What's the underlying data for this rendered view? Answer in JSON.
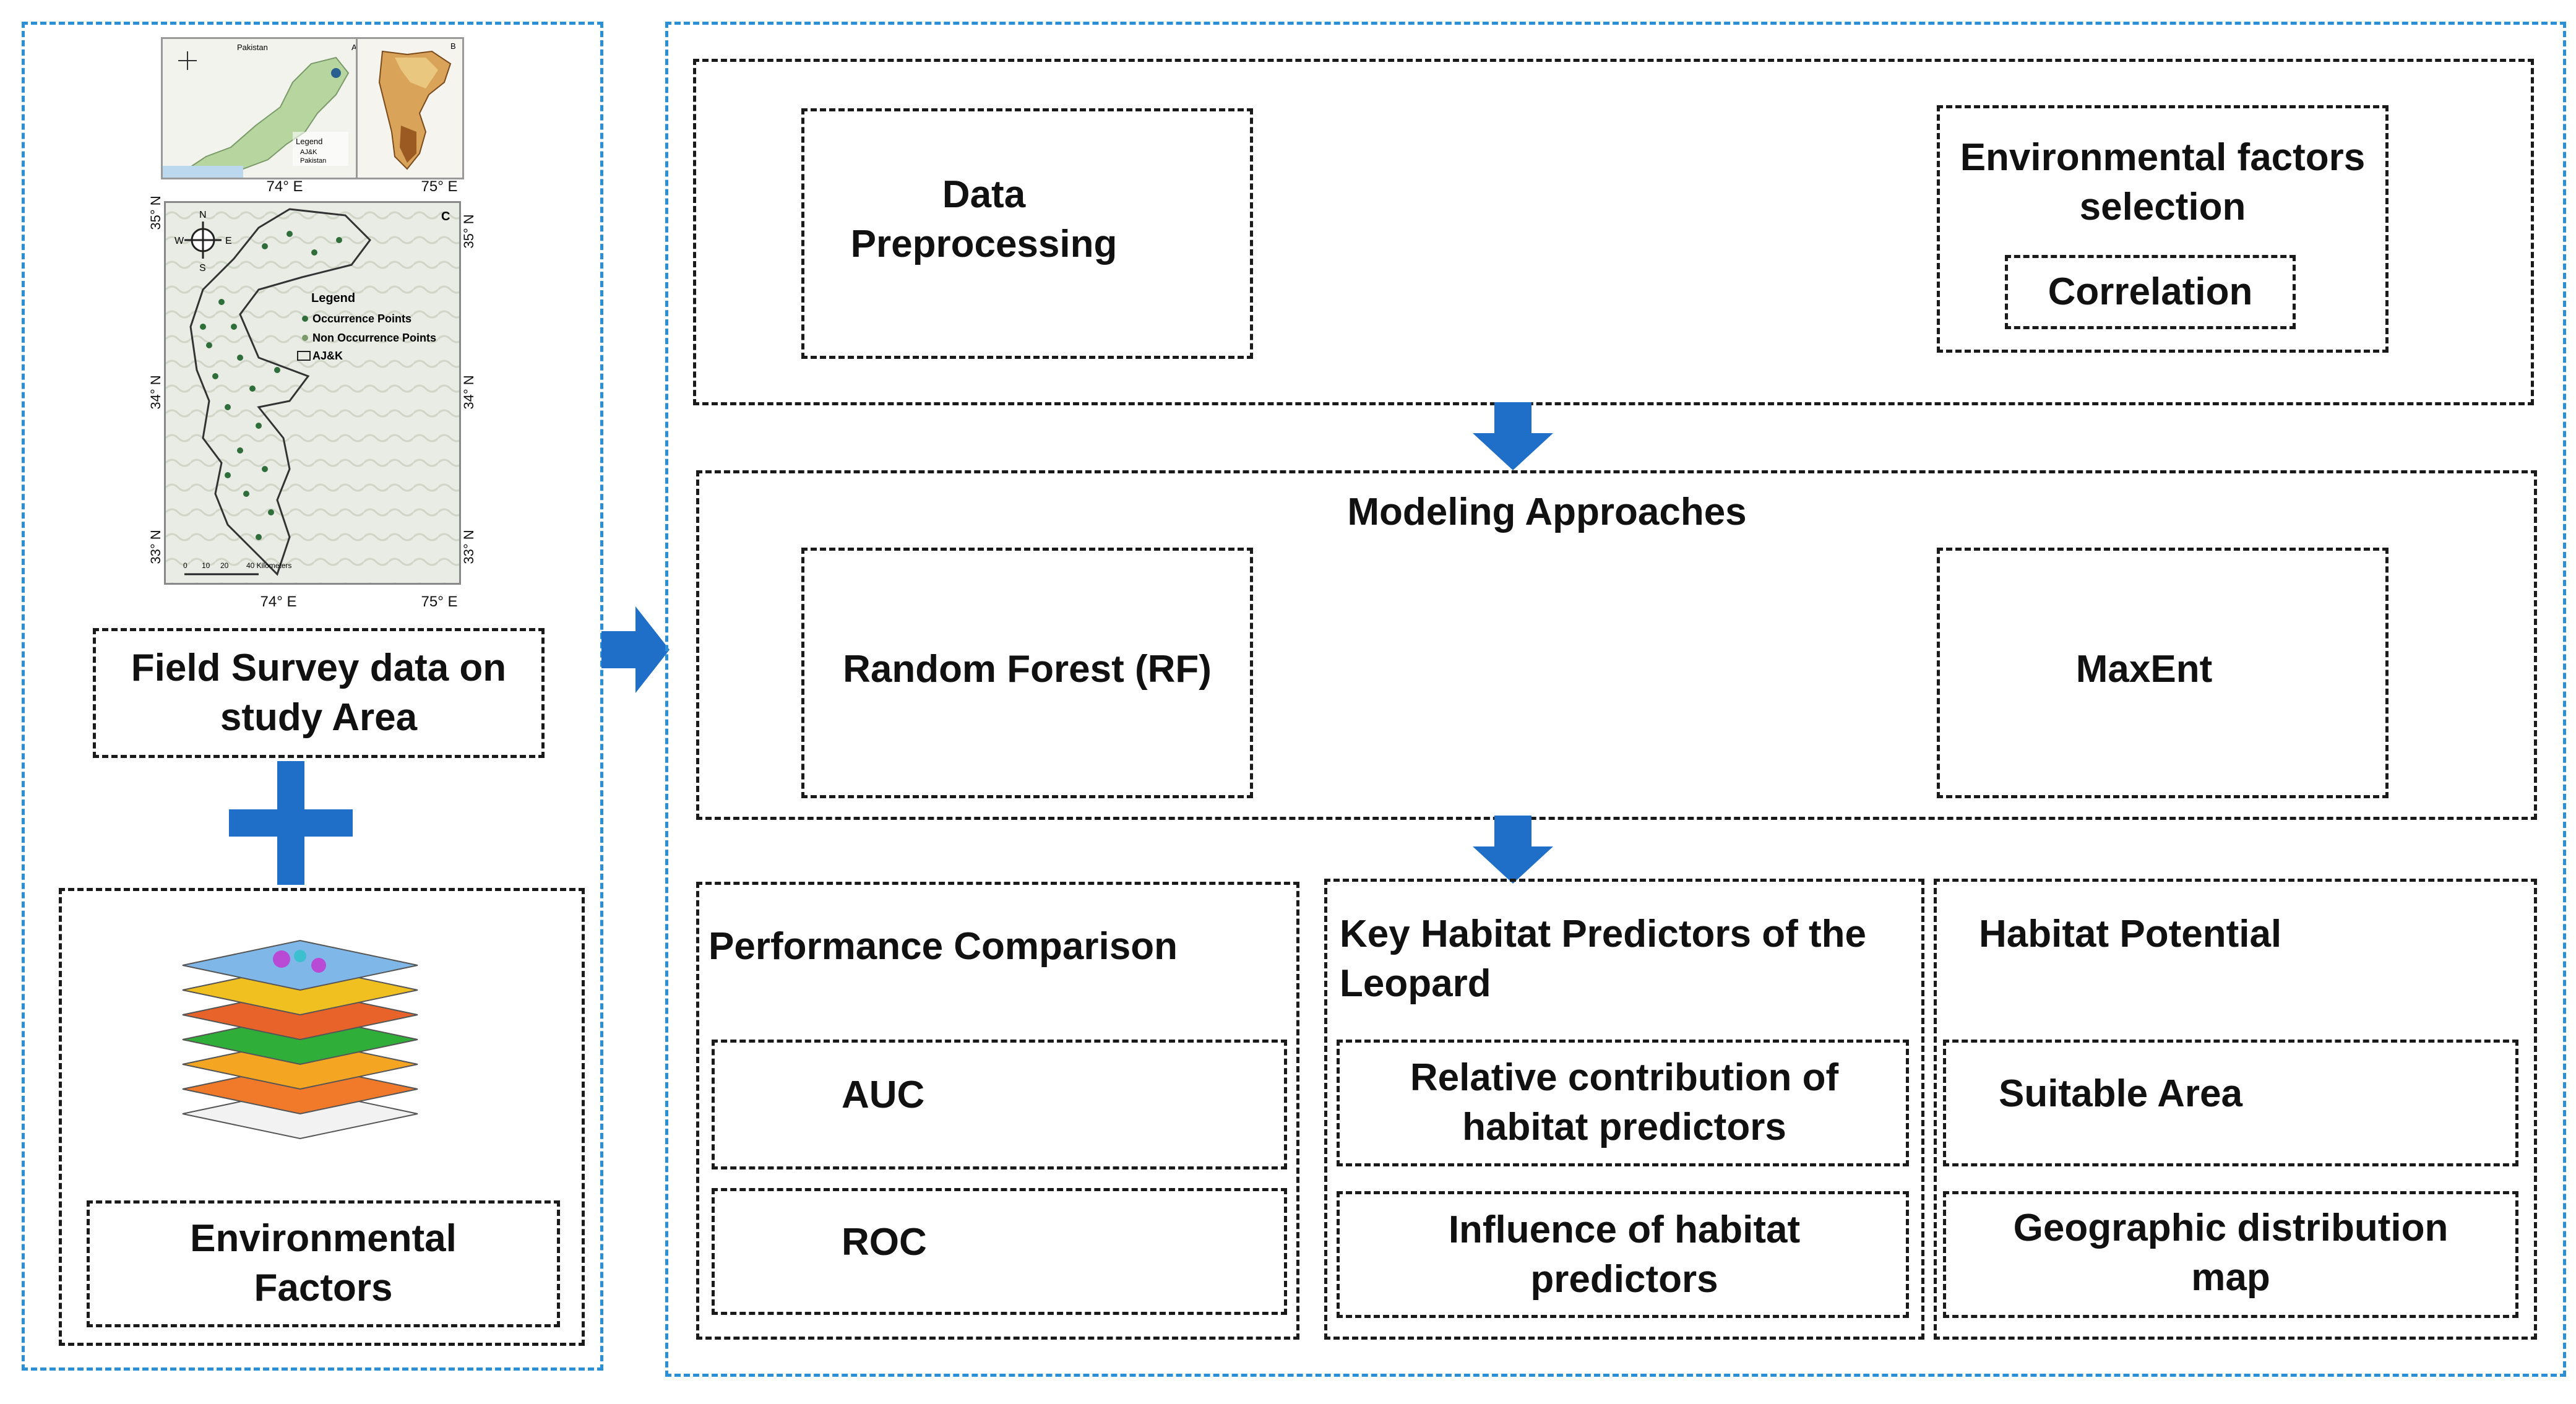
{
  "colors": {
    "accent_blue": "#2b8fd6",
    "arrow_blue": "#1f6fc9",
    "border_black": "#1a1a1a"
  },
  "left_panel": {
    "map_small_1": {
      "title": "Pakistan",
      "legend_title": "Legend",
      "legend_items": [
        "AJ&K",
        "Pakistan"
      ],
      "label": "A"
    },
    "map_small_2": {
      "label": "B"
    },
    "small_map_ticks": [
      "74° E",
      "75° E"
    ],
    "main_map": {
      "label": "C",
      "compass": [
        "N",
        "W",
        "E",
        "S"
      ],
      "lat_ticks": [
        "35° N",
        "34° N",
        "33° N"
      ],
      "lon_ticks": [
        "74° E",
        "75° E"
      ],
      "legend_title": "Legend",
      "legend_items": [
        "Occurrence Points",
        "Non Occurrence Points",
        "AJ&K"
      ],
      "scale": [
        "0",
        "10",
        "20",
        "40 Kilometers"
      ]
    },
    "field_survey_label": "Field Survey data on study Area",
    "plus_icon": "plus-icon",
    "env_factors_label": "Environmental Factors",
    "layer_stack_icon": "raster-layers-icon"
  },
  "connector_arrow": "right-arrow-icon",
  "top_section": {
    "data_preprocessing": "Data Preprocessing",
    "env_selection": "Environmental factors selection",
    "correlation": "Correlation"
  },
  "modeling": {
    "title": "Modeling Approaches",
    "rf": "Random Forest (RF)",
    "maxent": "MaxEnt"
  },
  "results": {
    "performance": {
      "title": "Performance Comparison",
      "items": [
        "AUC",
        "ROC"
      ]
    },
    "predictors": {
      "title": "Key Habitat Predictors of the Leopard",
      "items": [
        "Relative contribution of habitat predictors",
        "Influence of habitat predictors"
      ]
    },
    "potential": {
      "title": "Habitat Potential",
      "items": [
        "Suitable Area",
        "Geographic distribution map"
      ]
    }
  }
}
